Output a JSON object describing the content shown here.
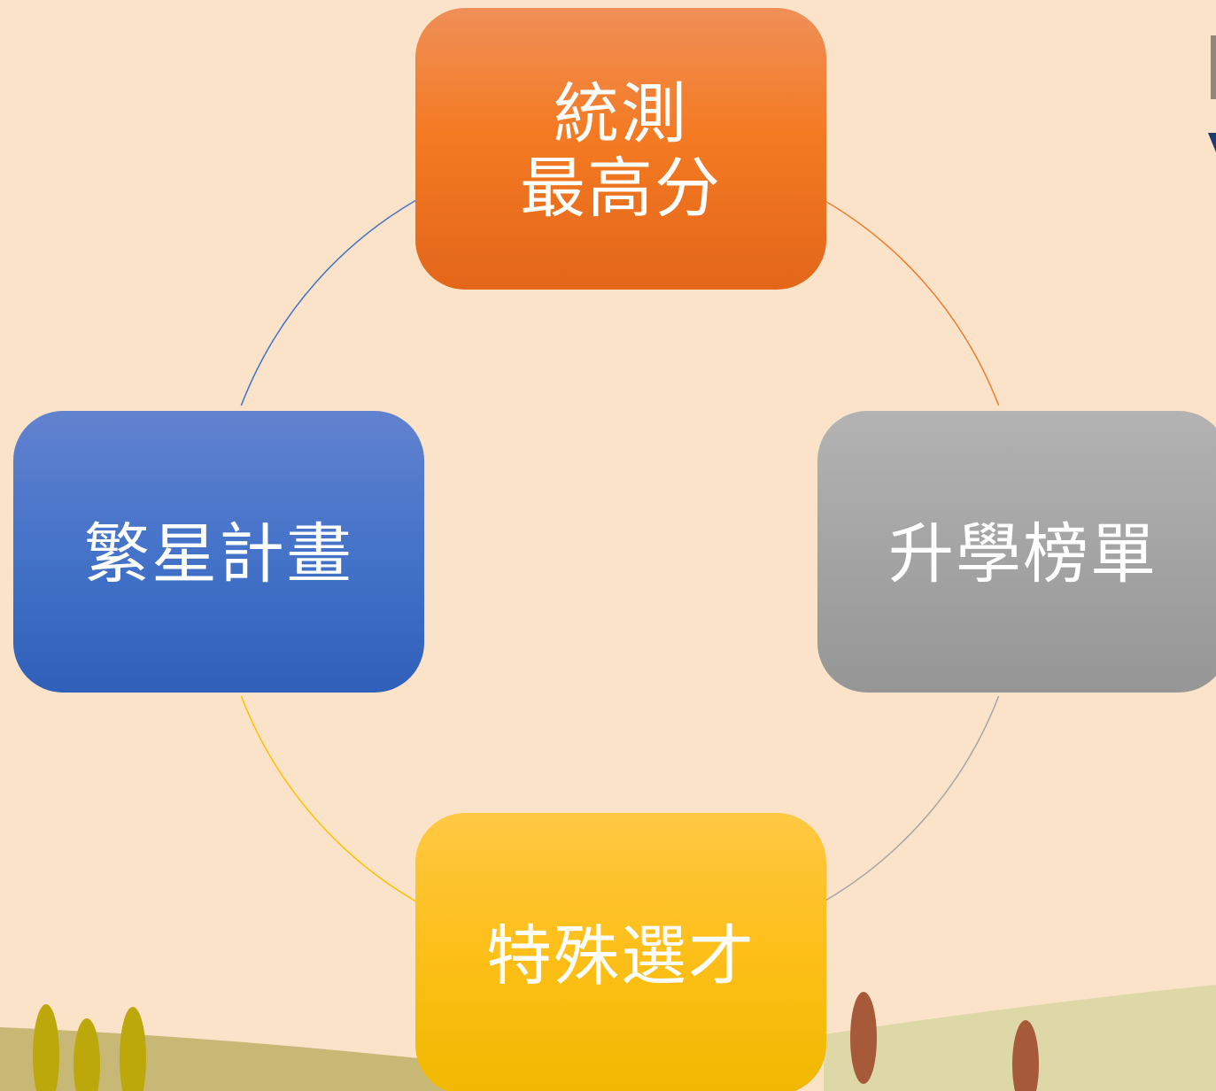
{
  "diagram": {
    "nodes": [
      {
        "id": "top",
        "label": "統測\n最高分",
        "color": "#f47a22"
      },
      {
        "id": "right",
        "label": "升學榜單",
        "color": "#a5a5a5"
      },
      {
        "id": "bottom",
        "label": "特殊選才",
        "color": "#fdbf18"
      },
      {
        "id": "left",
        "label": "繁星計畫",
        "color": "#4472c4"
      }
    ],
    "connectors": [
      {
        "from": "top",
        "to": "right",
        "color": "#ed7d31"
      },
      {
        "from": "right",
        "to": "bottom",
        "color": "#a5a5a5"
      },
      {
        "from": "bottom",
        "to": "left",
        "color": "#ffc000"
      },
      {
        "from": "left",
        "to": "top",
        "color": "#4472c4"
      }
    ]
  },
  "colors": {
    "background": "#fae3c8",
    "ground_left": "#c7b876",
    "ground_right": "#ded8a8",
    "tree_olive": "#bca80a",
    "tree_brown": "#a75a39",
    "corner_mark": "#1f3b6e"
  }
}
